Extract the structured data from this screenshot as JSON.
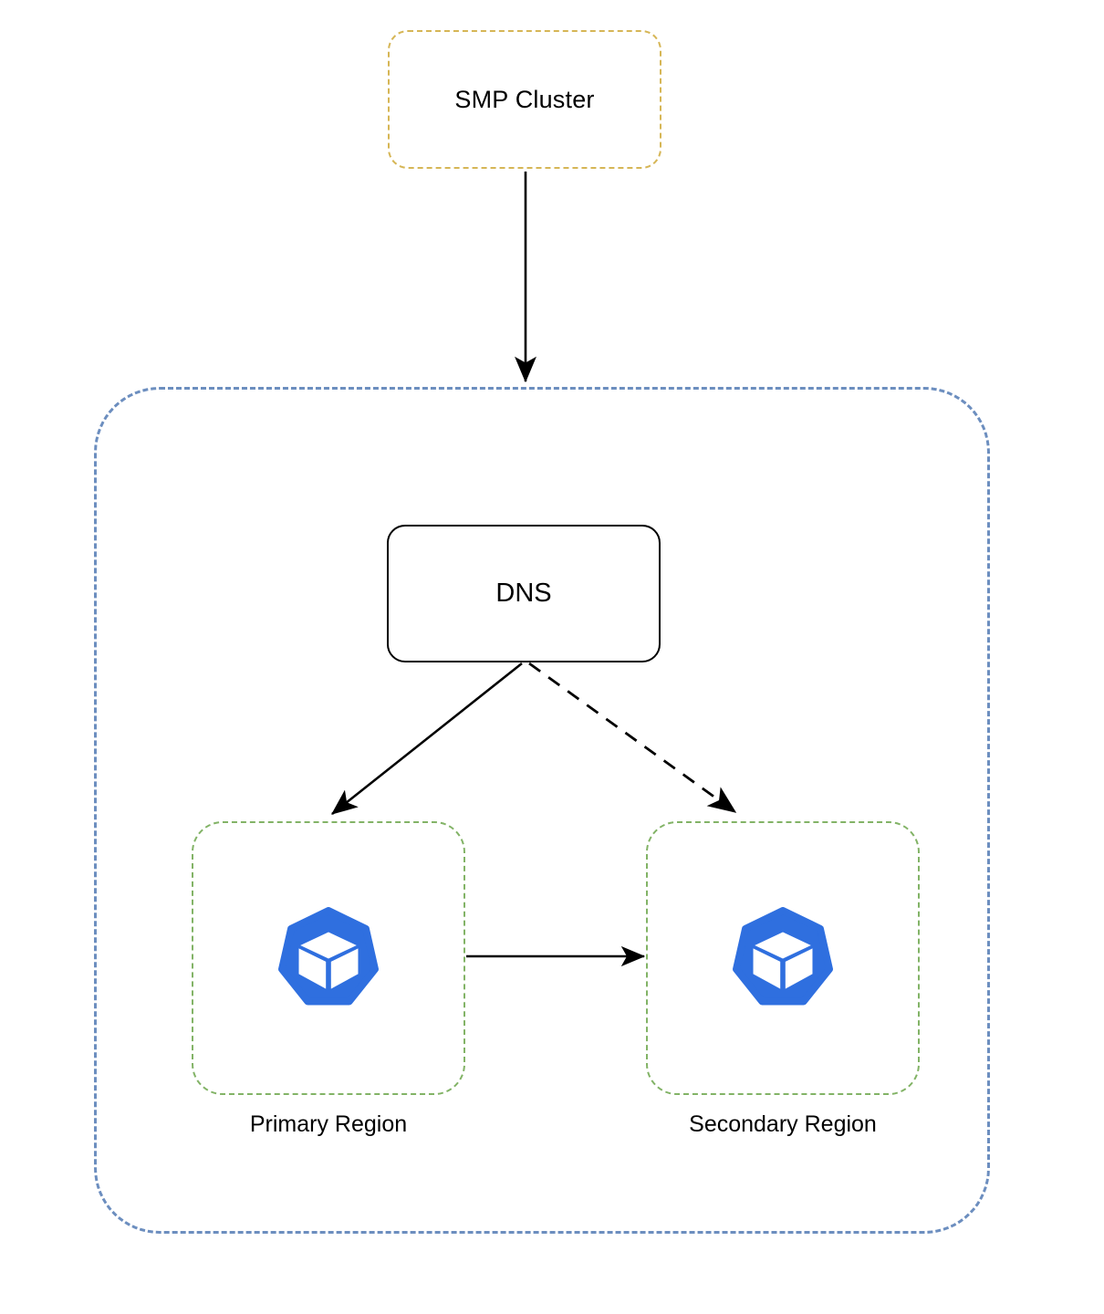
{
  "diagram": {
    "title": "Multi-region Kubernetes DNS failover diagram",
    "background": "#ffffff",
    "nodes": {
      "smp_cluster": {
        "label": "SMP Cluster",
        "style": "dashed-rounded-rect",
        "border_color": "#d6b656",
        "fill": "#ffffff"
      },
      "cloud_container": {
        "label": "",
        "style": "dashed-rounded-rect",
        "border_color": "#6c8ebf",
        "fill": "transparent"
      },
      "dns": {
        "label": "DNS",
        "style": "solid-rounded-rect",
        "border_color": "#000000",
        "fill": "#ffffff"
      },
      "primary_region": {
        "label": "Primary Region",
        "style": "dashed-rounded-rect",
        "border_color": "#82b366",
        "fill": "#ffffff",
        "icon": "kubernetes-icon",
        "icon_color": "#2f6fdf"
      },
      "secondary_region": {
        "label": "Secondary Region",
        "style": "dashed-rounded-rect",
        "border_color": "#82b366",
        "fill": "#ffffff",
        "icon": "kubernetes-icon",
        "icon_color": "#2f6fdf"
      }
    },
    "edges": [
      {
        "id": "smp-to-cloud",
        "from": "smp_cluster",
        "to": "cloud_container",
        "style": "solid",
        "arrowhead": "filled",
        "color": "#000000",
        "label": ""
      },
      {
        "id": "dns-to-primary",
        "from": "dns",
        "to": "primary_region",
        "style": "solid",
        "arrowhead": "filled",
        "color": "#000000",
        "label": ""
      },
      {
        "id": "dns-to-secondary",
        "from": "dns",
        "to": "secondary_region",
        "style": "dashed",
        "arrowhead": "filled",
        "color": "#000000",
        "label": ""
      },
      {
        "id": "primary-to-secondary",
        "from": "primary_region",
        "to": "secondary_region",
        "style": "solid",
        "arrowhead": "filled",
        "color": "#000000",
        "label": ""
      }
    ]
  }
}
